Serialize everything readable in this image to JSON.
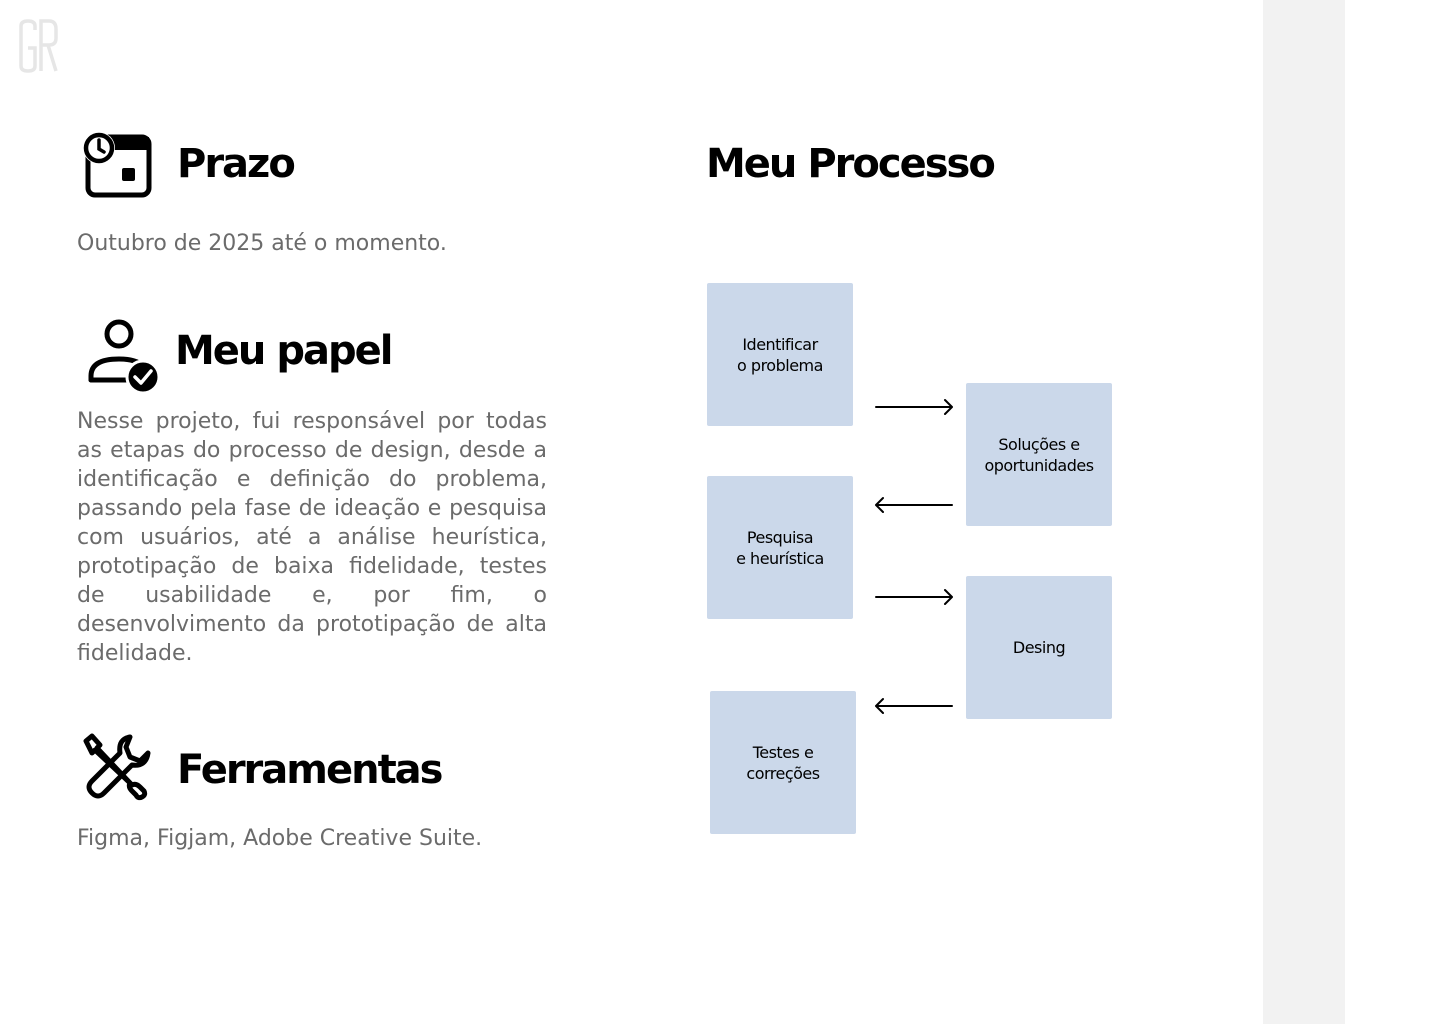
{
  "logo": {
    "text": "GR",
    "color": "#e6e6e6"
  },
  "colors": {
    "box": "#cbd8ea",
    "sidebar": "#f2f2f2",
    "body_text": "#6b6b6b"
  },
  "prazo": {
    "icon": "calendar-clock-icon",
    "title": "Prazo",
    "text": "Outubro de 2025 até o momento."
  },
  "papel": {
    "icon": "user-check-icon",
    "title": "Meu papel",
    "text": "Nesse projeto, fui responsável por todas as etapas do processo de design, desde a identificação e definição do problema, passando pela fase de ideação e pesquisa com usuários, até a análise heurística, prototipação de baixa fidelidade, testes de usabilidade e, por fim, o desenvolvimento da prototipação de alta fidelidade."
  },
  "ferramentas": {
    "icon": "tools-icon",
    "title": "Ferramentas",
    "text": "Figma, Figjam, Adobe Creative Suite."
  },
  "processo": {
    "title": "Meu Processo",
    "steps": [
      {
        "label": "Identificar\no problema"
      },
      {
        "label": "Soluções e\noportunidades"
      },
      {
        "label": "Pesquisa\ne heurística"
      },
      {
        "label": "Desing"
      },
      {
        "label": "Testes e\ncorreções"
      }
    ]
  }
}
